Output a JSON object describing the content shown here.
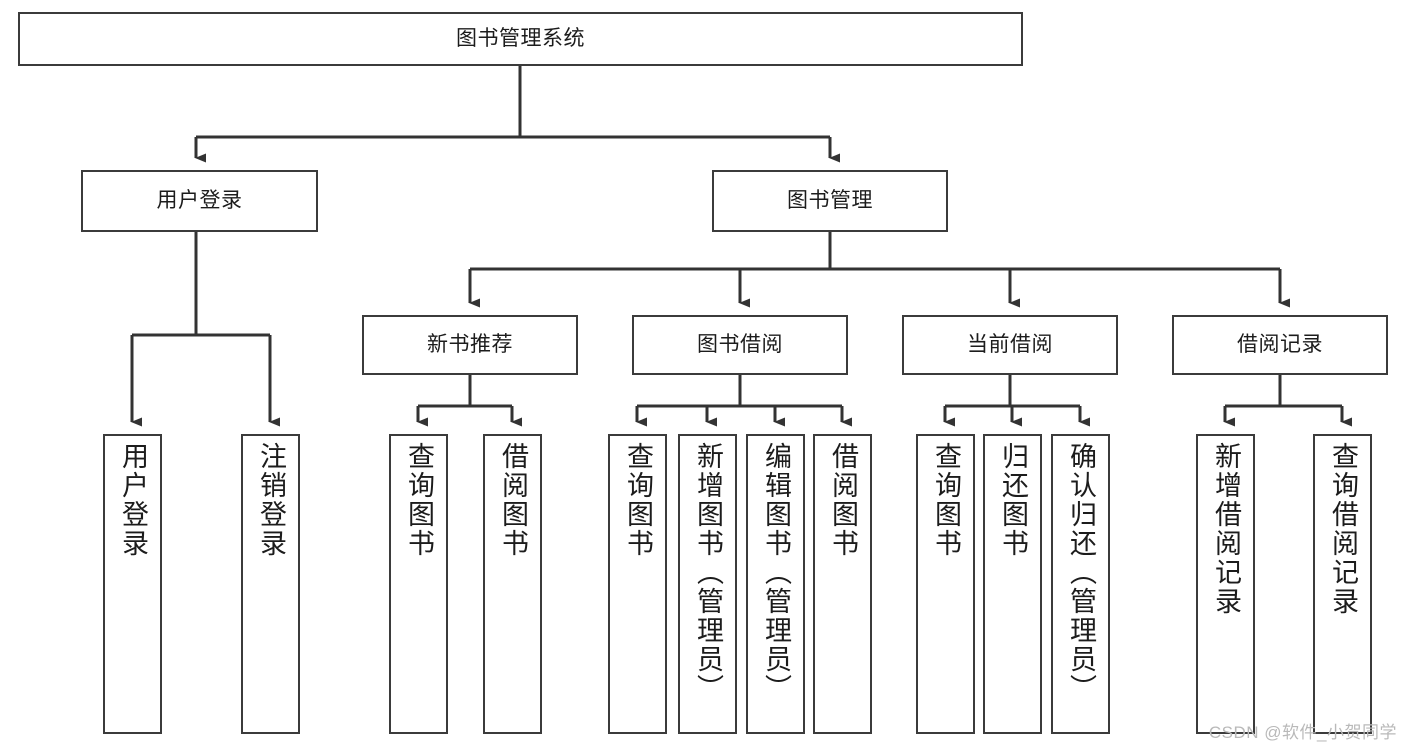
{
  "diagram": {
    "title": "图书管理系统",
    "type": "tree-hierarchy-diagram",
    "colors": {
      "box_border": "#3b3b3b",
      "box_fill": "#ffffff",
      "text": "#1c1c1c",
      "connector": "#333333",
      "watermark": "#b9b9b9"
    },
    "root": {
      "label": "图书管理系统"
    },
    "level2": [
      {
        "label": "用户登录"
      },
      {
        "label": "图书管理"
      }
    ],
    "level3": [
      {
        "label": "新书推荐"
      },
      {
        "label": "图书借阅"
      },
      {
        "label": "当前借阅"
      },
      {
        "label": "借阅记录"
      }
    ],
    "leaves": {
      "user_login": [
        {
          "label": "用户登录"
        },
        {
          "label": "注销登录"
        }
      ],
      "new_book_recommend": [
        {
          "label": "查询图书"
        },
        {
          "label": "借阅图书"
        }
      ],
      "book_borrow": [
        {
          "label": "查询图书"
        },
        {
          "label": "新增图书（管理员）"
        },
        {
          "label": "编辑图书（管理员）"
        },
        {
          "label": "借阅图书"
        }
      ],
      "current_borrow": [
        {
          "label": "查询图书"
        },
        {
          "label": "归还图书"
        },
        {
          "label": "确认归还（管理员）"
        }
      ],
      "borrow_record": [
        {
          "label": "新增借阅记录"
        },
        {
          "label": "查询借阅记录"
        }
      ]
    }
  },
  "watermark": {
    "text": "CSDN @软件_小贺同学"
  }
}
